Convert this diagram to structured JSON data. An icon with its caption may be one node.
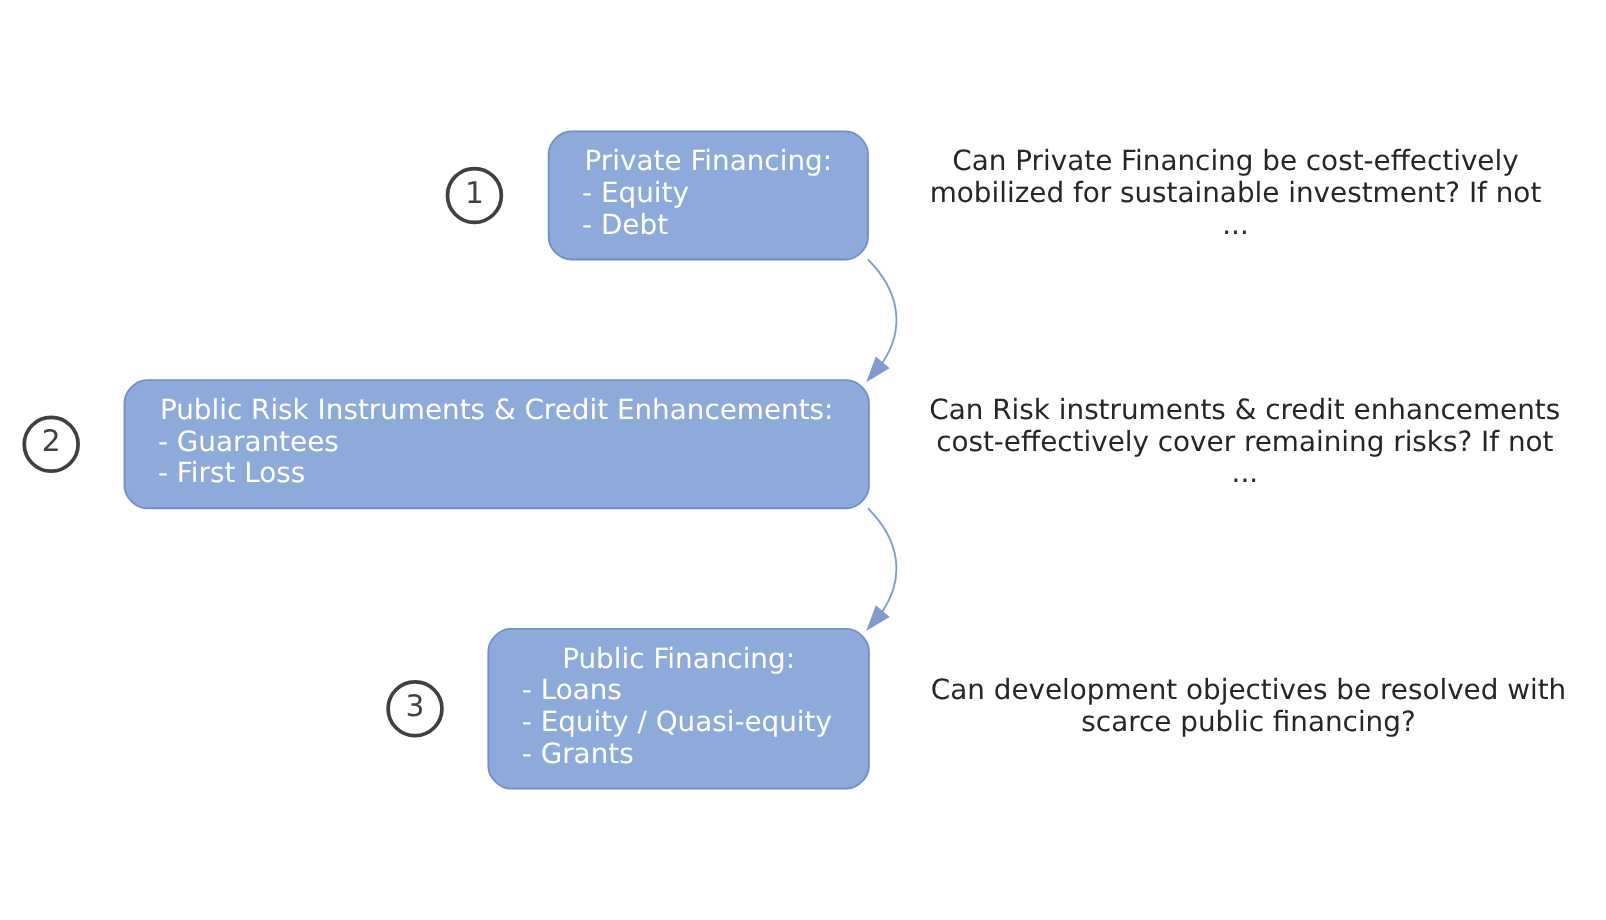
{
  "diagram": {
    "nodes": [
      {
        "text": [
          "1"
        ]
      },
      {
        "text": [
          "Private Financing:",
          "- Equity",
          "- Debt"
        ],
        "beside": [
          "Can Private Financing be cost-effectively mobilized for sustainable investment? If not ..."
        ]
      },
      {
        "text": [
          "2"
        ]
      },
      {
        "text": [
          "Public Risk Instruments & Credit Enhancements:",
          "- Guarantees",
          "- First Loss"
        ],
        "beside": [
          "Can Risk instruments & credit enhancements cost-effectively cover remaining risks? If not ..."
        ]
      },
      {
        "text": [
          "3"
        ]
      },
      {
        "text": [
          "Public Financing:",
          "- Loans",
          "- Equity / Quasi-equity",
          "- Grants"
        ],
        "beside": [
          "Can development objectives be resolved with scarce public financing?"
        ]
      }
    ],
    "edges": [
      {
        "from": 1,
        "to": 3,
        "arrow": "to"
      },
      {
        "from": 3,
        "to": 5,
        "arrow": "to"
      }
    ]
  }
}
